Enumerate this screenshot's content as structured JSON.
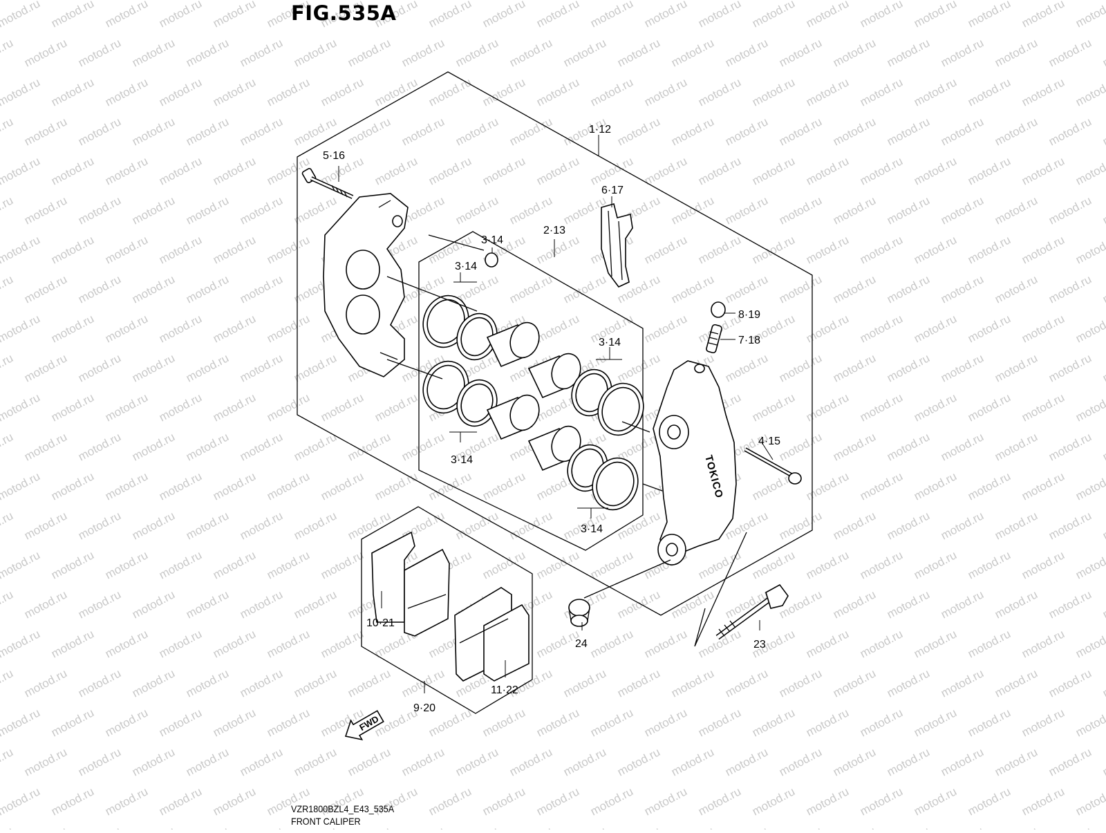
{
  "figure": {
    "title": "FIG.535A",
    "code": "VZR1800BZL4_E43_535A",
    "name": "FRONT CALIPER"
  },
  "watermark": "motod.ru",
  "callouts": {
    "c_1_12": "1·12",
    "c_5_16": "5·16",
    "c_6_17": "6·17",
    "c_2_13": "2·13",
    "c_3_14_a": "3·14",
    "c_3_14_b": "3·14",
    "c_3_14_c": "3·14",
    "c_3_14_d": "3·14",
    "c_3_14_e": "3·14",
    "c_8_19": "8·19",
    "c_7_18": "7·18",
    "c_4_15": "4·15",
    "c_10_21": "10·21",
    "c_11_22": "11·22",
    "c_9_20": "9·20",
    "c_24": "24",
    "c_23": "23"
  },
  "caliper_brand": "TOKICO",
  "fwd_label": "FWD"
}
